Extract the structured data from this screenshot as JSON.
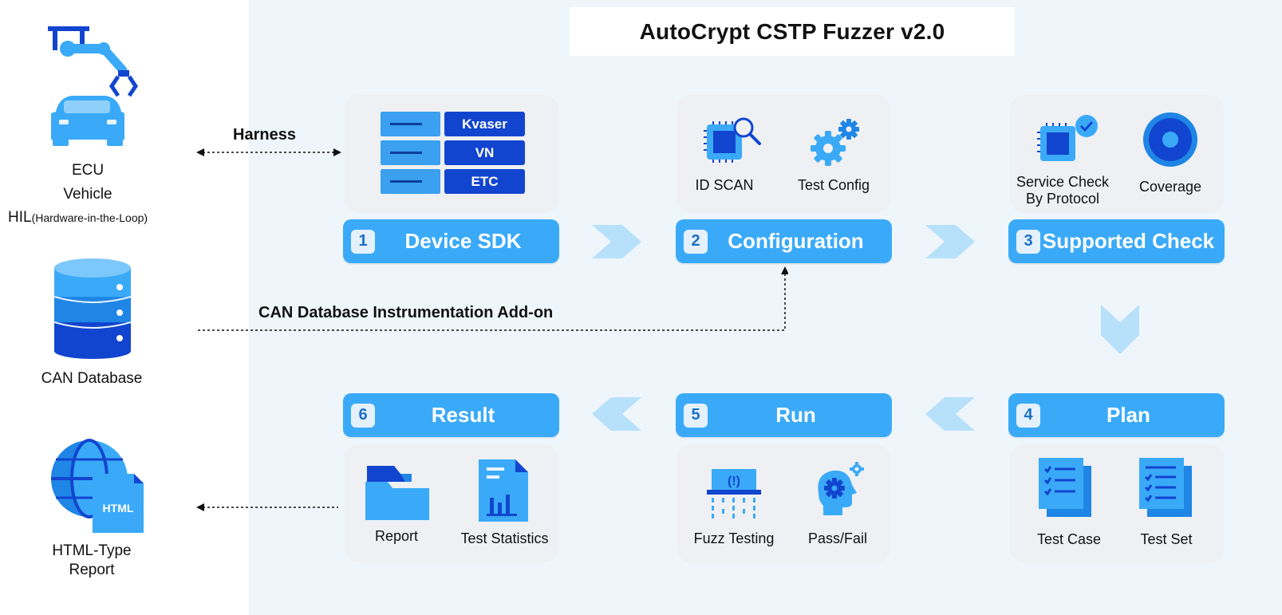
{
  "title": "AutoCrypt CSTP Fuzzer v2.0",
  "left": {
    "ecu_lines": [
      "ECU",
      "Vehicle"
    ],
    "hil": "HIL",
    "hil_sub": "(Hardware-in-the-Loop)",
    "can_database": "CAN Database",
    "html_report_lines": [
      "HTML-Type",
      "Report"
    ],
    "html_badge": "HTML"
  },
  "edges": {
    "harness": "Harness",
    "can_addon": "CAN Database Instrumentation Add-on"
  },
  "steps": [
    {
      "num": "1",
      "title": "Device SDK",
      "devices": [
        "Kvaser",
        "VN",
        "ETC"
      ]
    },
    {
      "num": "2",
      "title": "Configuration",
      "items": [
        "ID SCAN",
        "Test Config"
      ]
    },
    {
      "num": "3",
      "title": "Supported Check",
      "items": [
        "Service Check\nBy Protocol",
        "Coverage"
      ]
    },
    {
      "num": "4",
      "title": "Plan",
      "items": [
        "Test Case",
        "Test Set"
      ]
    },
    {
      "num": "5",
      "title": "Run",
      "items": [
        "Fuzz Testing",
        "Pass/Fail"
      ]
    },
    {
      "num": "6",
      "title": "Result",
      "items": [
        "Report",
        "Test Statistics"
      ]
    }
  ],
  "colors": {
    "banner": "#3aaaf8",
    "panel": "#eef6fb",
    "card": "#eef0f3",
    "icon_dark": "#1245cf",
    "icon_light": "#3aaaf8",
    "chevron": "#b7e0fb"
  }
}
